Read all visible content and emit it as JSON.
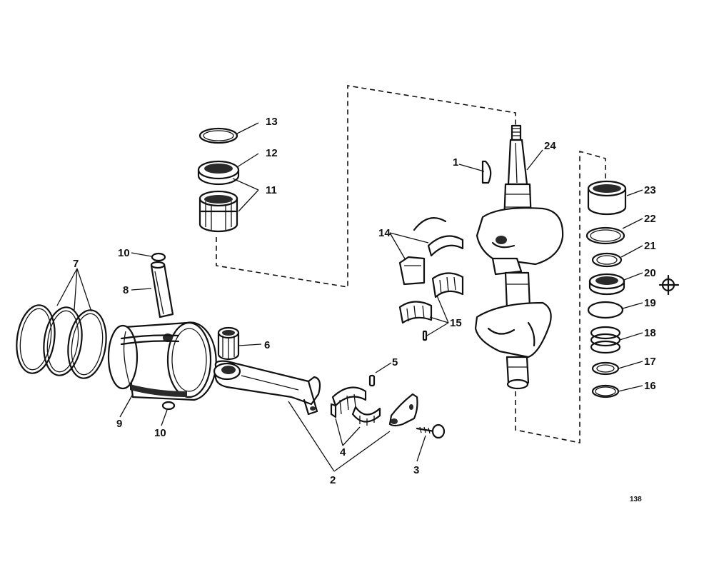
{
  "callouts": {
    "c1": "1",
    "c2": "2",
    "c3": "3",
    "c4": "4",
    "c5": "5",
    "c6": "6",
    "c7": "7",
    "c8": "8",
    "c9": "9",
    "c10a": "10",
    "c10b": "10",
    "c11": "11",
    "c12": "12",
    "c13": "13",
    "c14": "14",
    "c15": "15",
    "c16": "16",
    "c17": "17",
    "c18": "18",
    "c19": "19",
    "c20": "20",
    "c21": "21",
    "c22": "22",
    "c23": "23",
    "c24": "24"
  },
  "figure_number": "138"
}
